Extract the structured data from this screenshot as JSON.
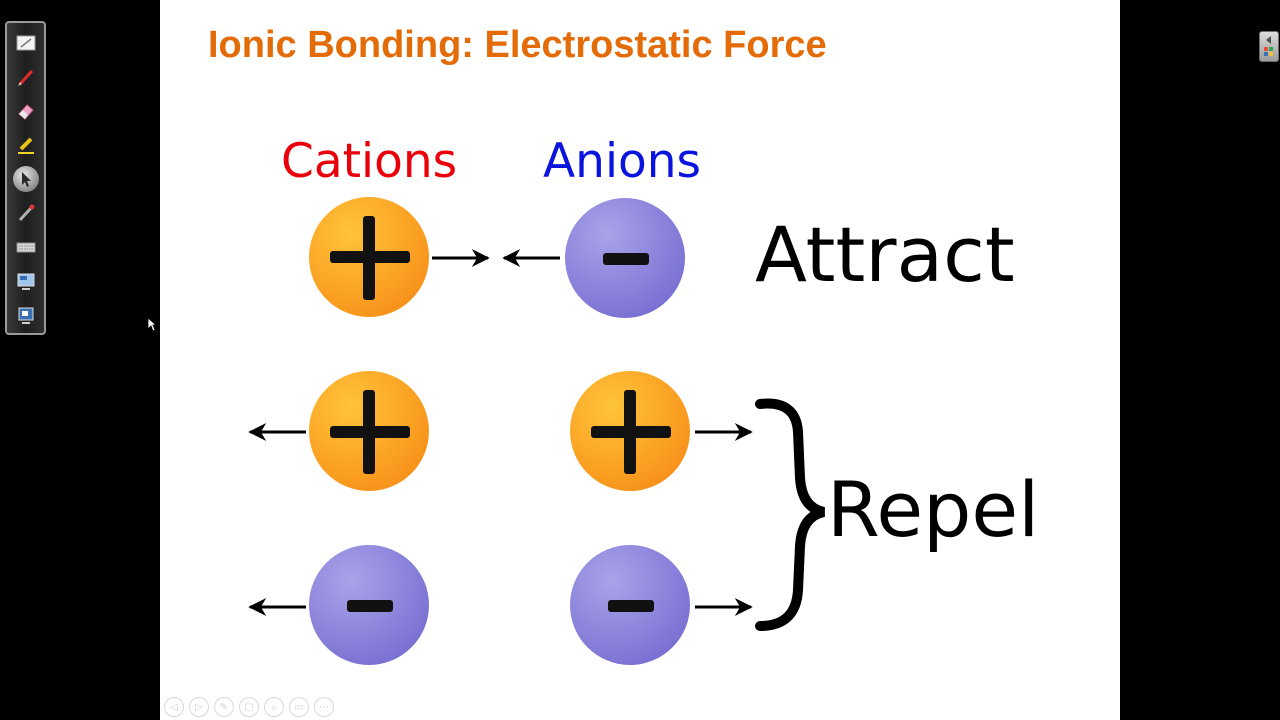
{
  "toolbar": {
    "tools": [
      {
        "icon": "whiteboard-icon"
      },
      {
        "icon": "pen-icon"
      },
      {
        "icon": "eraser-icon"
      },
      {
        "icon": "highlighter-icon"
      },
      {
        "icon": "pointer-arrow-icon",
        "active": true
      },
      {
        "icon": "laser-pen-icon"
      },
      {
        "icon": "keyboard-icon"
      },
      {
        "icon": "screen-capture-icon"
      },
      {
        "icon": "window-switch-icon"
      }
    ]
  },
  "slide": {
    "title": "Ionic Bonding: Electrostatic Force",
    "cations_label": "Cations",
    "anions_label": "Anions",
    "attract_label": "Attract",
    "repel_label": "Repel",
    "plus_symbol": "+",
    "minus_symbol": "−"
  },
  "colors": {
    "title": "#E36C09",
    "cations": "#E8000B",
    "anions": "#0A14DC",
    "cation_fill": "#F9A21B",
    "anion_fill": "#8E84DA"
  },
  "slide_nav": {
    "buttons": [
      {
        "icon": "previous-icon",
        "glyph": "◁"
      },
      {
        "icon": "next-icon",
        "glyph": "▷"
      },
      {
        "icon": "pen-menu-icon",
        "glyph": "✎"
      },
      {
        "icon": "slides-icon",
        "glyph": "▢"
      },
      {
        "icon": "zoom-icon",
        "glyph": "⌕"
      },
      {
        "icon": "subtitles-icon",
        "glyph": "▭"
      },
      {
        "icon": "more-options-icon",
        "glyph": "⋯"
      }
    ]
  }
}
